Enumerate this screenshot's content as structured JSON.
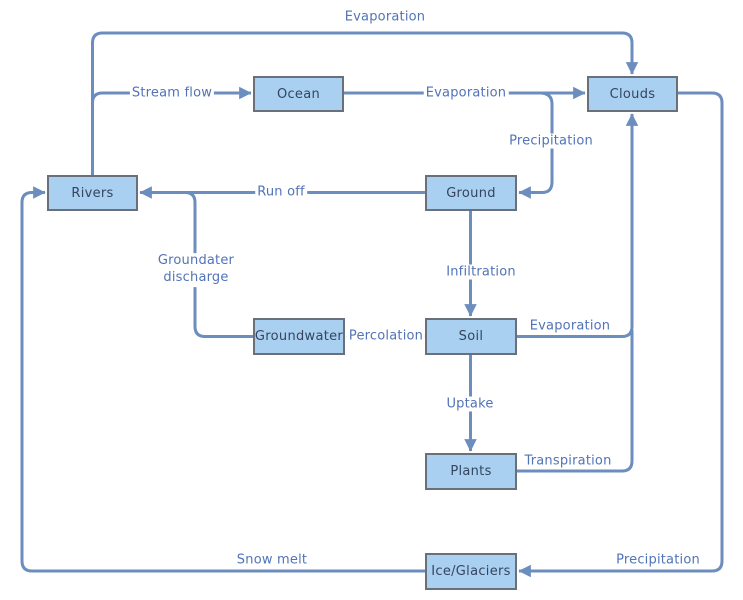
{
  "diagram": {
    "type": "flowchart",
    "subject": "water cycle",
    "colors": {
      "line": "#6C8EBF",
      "box_fill": "#A9CFF1",
      "box_border": "#69707A",
      "box_text": "#35455F",
      "label_text": "#5173B8",
      "background": "#FFFFFF"
    },
    "nodes": [
      {
        "id": "ocean",
        "label": "Ocean"
      },
      {
        "id": "clouds",
        "label": "Clouds"
      },
      {
        "id": "rivers",
        "label": "Rivers"
      },
      {
        "id": "ground",
        "label": "Ground"
      },
      {
        "id": "groundwater",
        "label": "Groundwater"
      },
      {
        "id": "soil",
        "label": "Soil"
      },
      {
        "id": "plants",
        "label": "Plants"
      },
      {
        "id": "ice_glaciers",
        "label": "Ice/Glaciers"
      }
    ],
    "edges": [
      {
        "id": "evaporation-top",
        "label": "Evaporation",
        "from": "Rivers",
        "to": "Clouds"
      },
      {
        "id": "stream-flow",
        "label": "Stream flow",
        "from": "Rivers",
        "to": "Ocean"
      },
      {
        "id": "evaporation-ocean",
        "label": "Evaporation",
        "from": "Ocean",
        "to": "Clouds"
      },
      {
        "id": "precipitation-ground",
        "label": "Precipitation",
        "from": "Clouds",
        "to": "Ground"
      },
      {
        "id": "run-off",
        "label": "Run off",
        "from": "Ground",
        "to": "Rivers"
      },
      {
        "id": "groundwater-discharge",
        "label": "Groundater discharge",
        "from": "Groundwater",
        "to": "Rivers"
      },
      {
        "id": "infiltration",
        "label": "Infiltration",
        "from": "Ground",
        "to": "Soil"
      },
      {
        "id": "percolation",
        "label": "Percolation",
        "from": "Soil",
        "to": "Groundwater"
      },
      {
        "id": "evaporation-soil",
        "label": "Evaporation",
        "from": "Soil",
        "to": "Clouds"
      },
      {
        "id": "uptake",
        "label": "Uptake",
        "from": "Soil",
        "to": "Plants"
      },
      {
        "id": "transpiration",
        "label": "Transpiration",
        "from": "Plants",
        "to": "Clouds"
      },
      {
        "id": "precipitation-ice",
        "label": "Precipitation",
        "from": "Clouds",
        "to": "Ice/Glaciers"
      },
      {
        "id": "snow-melt",
        "label": "Snow melt",
        "from": "Ice/Glaciers",
        "to": "Rivers"
      }
    ]
  }
}
